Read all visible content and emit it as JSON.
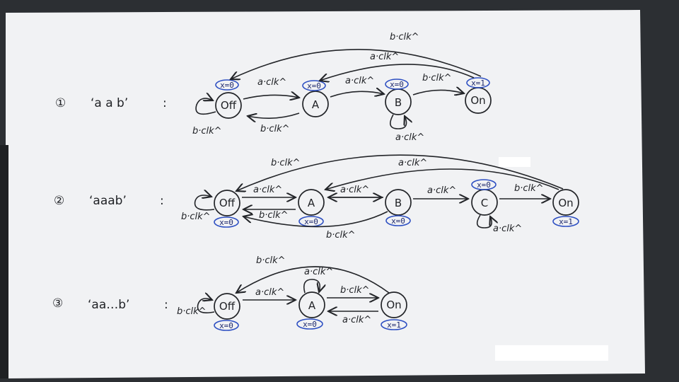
{
  "colors": {
    "board": "#f1f2f4",
    "ink": "#222428",
    "blue_ink": "#2d4fc2",
    "frame": "#2c2f33"
  },
  "rows": [
    {
      "num": "①",
      "pattern": "‘a a b’",
      "colon": ":"
    },
    {
      "num": "②",
      "pattern": "‘aaab’",
      "colon": ":"
    },
    {
      "num": "③",
      "pattern": "‘aa…b’",
      "colon": ":"
    }
  ],
  "states": {
    "off": "Off",
    "a": "A",
    "b": "B",
    "c": "C",
    "on": "On"
  },
  "outputs": {
    "zero": "x=0",
    "one": "x=1"
  },
  "edge_labels": {
    "a": "a·clk^",
    "b": "b·clk^"
  }
}
